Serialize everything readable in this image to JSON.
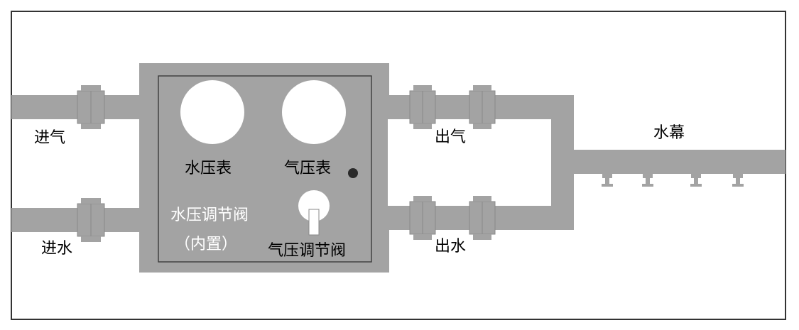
{
  "labels": {
    "air_in": "进气",
    "water_in": "进水",
    "air_out": "出气",
    "water_out": "出水",
    "water_curtain": "水幕",
    "water_gauge": "水压表",
    "air_gauge": "气压表",
    "water_valve": "水压调节阀",
    "water_valve_note": "（内置）",
    "air_valve": "气压调节阀"
  },
  "colors": {
    "pipe": "#a3a3a3",
    "pipe_stroke": "#8a8a8a",
    "box_inner_line": "#3a3a3a",
    "gauge_face": "#ffffff",
    "frame": "#333333",
    "indicator": "#2a2a2a"
  }
}
